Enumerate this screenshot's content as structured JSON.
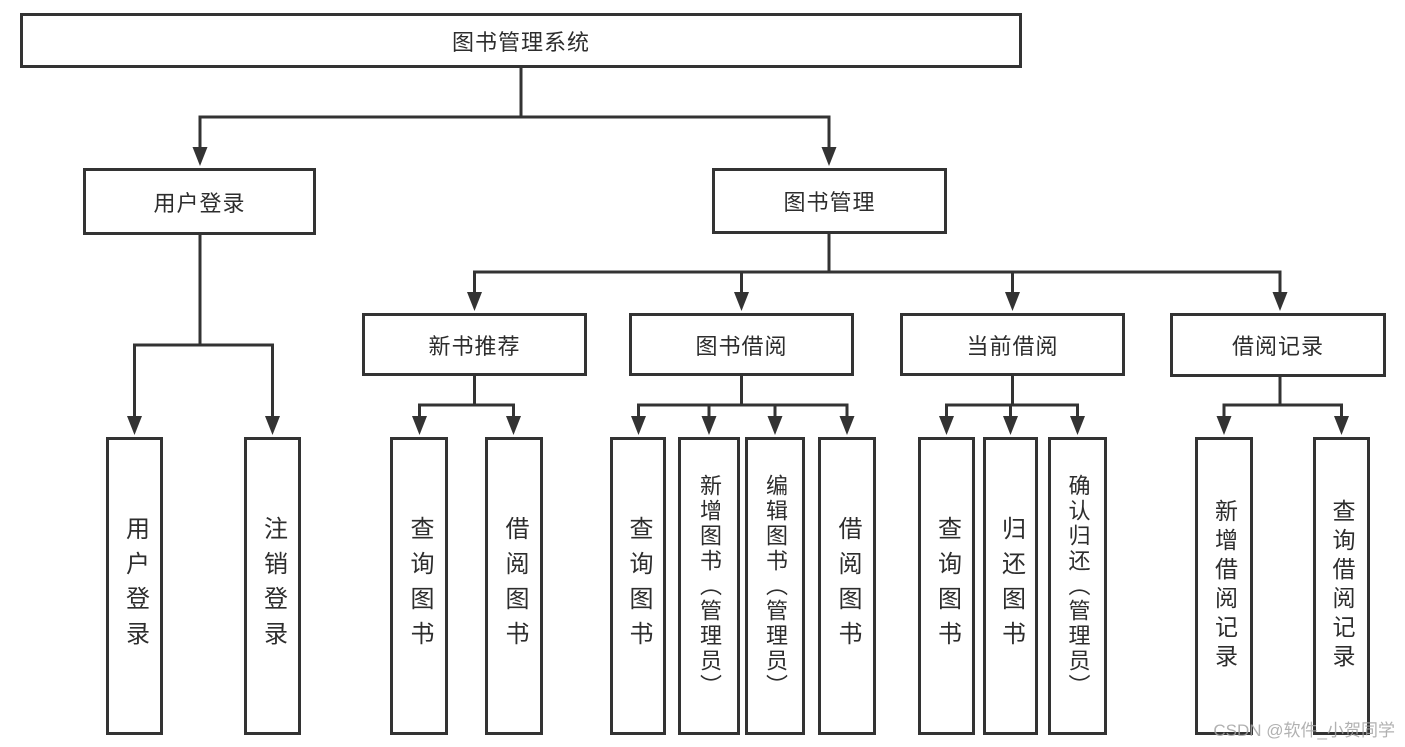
{
  "diagram_title": "图书管理系统",
  "nodes": {
    "root": "图书管理系统",
    "user_login": "用户登录",
    "book_mgmt": "图书管理",
    "new_book_rec": "新书推荐",
    "book_borrow": "图书借阅",
    "current_borrow": "当前借阅",
    "borrow_record": "借阅记录",
    "ul_user_login": "用户登录",
    "ul_logout": "注销登录",
    "nb_query_book": "查询图书",
    "nb_borrow_book": "借阅图书",
    "bb_query_book": "查询图书",
    "bb_add_book": "新增图书（管理员）",
    "bb_edit_book": "编辑图书（管理员）",
    "bb_borrow_book": "借阅图书",
    "cb_query_book": "查询图书",
    "cb_return_book": "归还图书",
    "cb_confirm_return": "确认归还（管理员）",
    "br_add_record": "新增借阅记录",
    "br_query_record": "查询借阅记录"
  },
  "tree": {
    "label": "图书管理系统",
    "children": [
      {
        "label": "用户登录",
        "children": [
          {
            "label": "用户登录"
          },
          {
            "label": "注销登录"
          }
        ]
      },
      {
        "label": "图书管理",
        "children": [
          {
            "label": "新书推荐",
            "children": [
              {
                "label": "查询图书"
              },
              {
                "label": "借阅图书"
              }
            ]
          },
          {
            "label": "图书借阅",
            "children": [
              {
                "label": "查询图书"
              },
              {
                "label": "新增图书（管理员）"
              },
              {
                "label": "编辑图书（管理员）"
              },
              {
                "label": "借阅图书"
              }
            ]
          },
          {
            "label": "当前借阅",
            "children": [
              {
                "label": "查询图书"
              },
              {
                "label": "归还图书"
              },
              {
                "label": "确认归还（管理员）"
              }
            ]
          },
          {
            "label": "借阅记录",
            "children": [
              {
                "label": "新增借阅记录"
              },
              {
                "label": "查询借阅记录"
              }
            ]
          }
        ]
      }
    ]
  },
  "watermark": "CSDN @软件_小贺同学",
  "colors": {
    "line": "#333333",
    "box_border": "#333333",
    "box_background": "#ffffff",
    "text": "#2d2d2d",
    "watermark": "#a3a3a3",
    "page_background": "#ffffff"
  }
}
